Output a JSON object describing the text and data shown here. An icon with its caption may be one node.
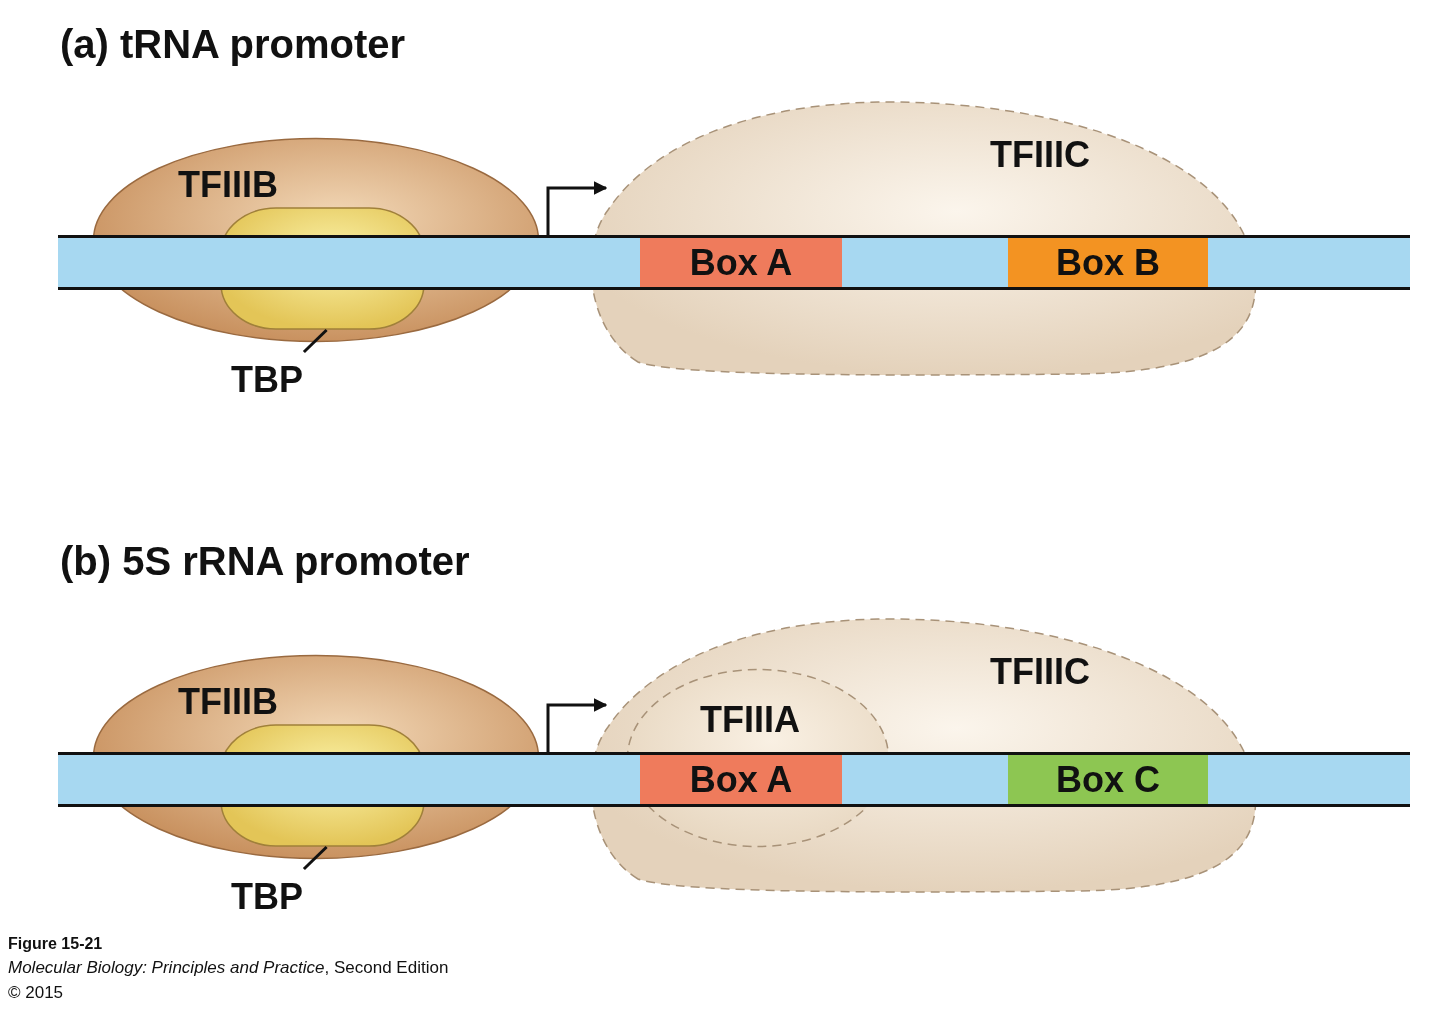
{
  "diagram": {
    "nodes": [
      {
        "text": [
          "TFIIIB"
        ]
      },
      {
        "text": [],
        "shape": "box",
        "in": 0
      },
      {
        "text": [
          "TBP"
        ]
      },
      {
        "text": [
          "TFIIIC"
        ]
      },
      {
        "text": [],
        "shape": "bar"
      },
      {
        "text": [
          "Box A"
        ]
      },
      {
        "text": [
          "Box B"
        ]
      },
      {
        "text": [
          "TFIIIB"
        ]
      },
      {
        "text": [],
        "shape": "box",
        "in": 7
      },
      {
        "text": [
          "TBP"
        ]
      },
      {
        "text": [
          "TFIIIC"
        ]
      },
      {
        "text": [
          "TFIIIA"
        ],
        "in": 10
      },
      {
        "text": [],
        "shape": "bar"
      },
      {
        "text": [
          "Box A"
        ]
      },
      {
        "text": [
          "Box C"
        ]
      }
    ],
    "edges": [
      {
        "from": 2,
        "to": 1,
        "arrow": "none"
      },
      {
        "from": 4,
        "to": 3,
        "arrow": "to"
      },
      {
        "from": 9,
        "to": 8,
        "arrow": "none"
      },
      {
        "from": 12,
        "to": 10,
        "arrow": "to"
      }
    ],
    "labels": [
      "(a) tRNA promoter",
      "(b) 5S rRNA promoter",
      "Figure 15-21",
      "*Molecular Biology: Principles and Practice*, Second Edition",
      "© 2015"
    ]
  }
}
